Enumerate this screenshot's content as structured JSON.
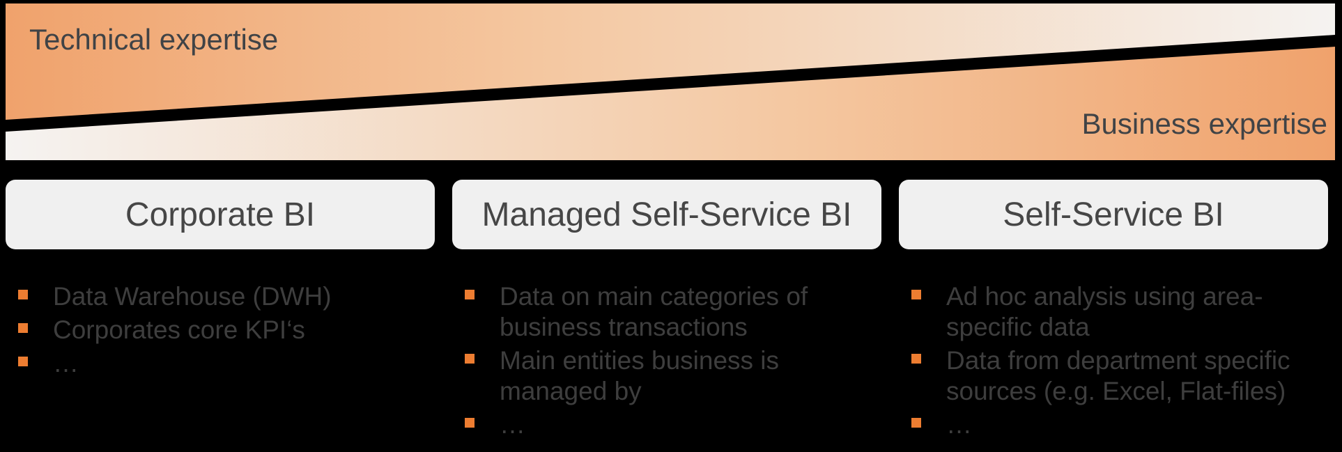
{
  "banner": {
    "technical_label": "Technical expertise",
    "business_label": "Business expertise"
  },
  "columns": [
    {
      "title": "Corporate BI",
      "bullets": [
        "Data Warehouse (DWH)",
        "Corporates core KPI‘s",
        "…"
      ]
    },
    {
      "title": "Managed Self-Service BI",
      "bullets": [
        "Data on main categories of business transactions",
        "Main entities business is managed by",
        "…"
      ]
    },
    {
      "title": "Self-Service BI",
      "bullets": [
        "Ad hoc analysis using area-specific data",
        "Data from department specific sources (e.g. Excel, Flat-files)",
        "…"
      ]
    }
  ],
  "colors": {
    "accent_orange": "#ED7D31",
    "wedge_orange": "#F0A26C",
    "wedge_fade": "#F5F3F1",
    "divider_black": "#000000",
    "box_background": "#F0F0F0",
    "title_text": "#464646",
    "body_text": "#3E3E3E",
    "banner_text": "#404346",
    "background": "#000000"
  }
}
